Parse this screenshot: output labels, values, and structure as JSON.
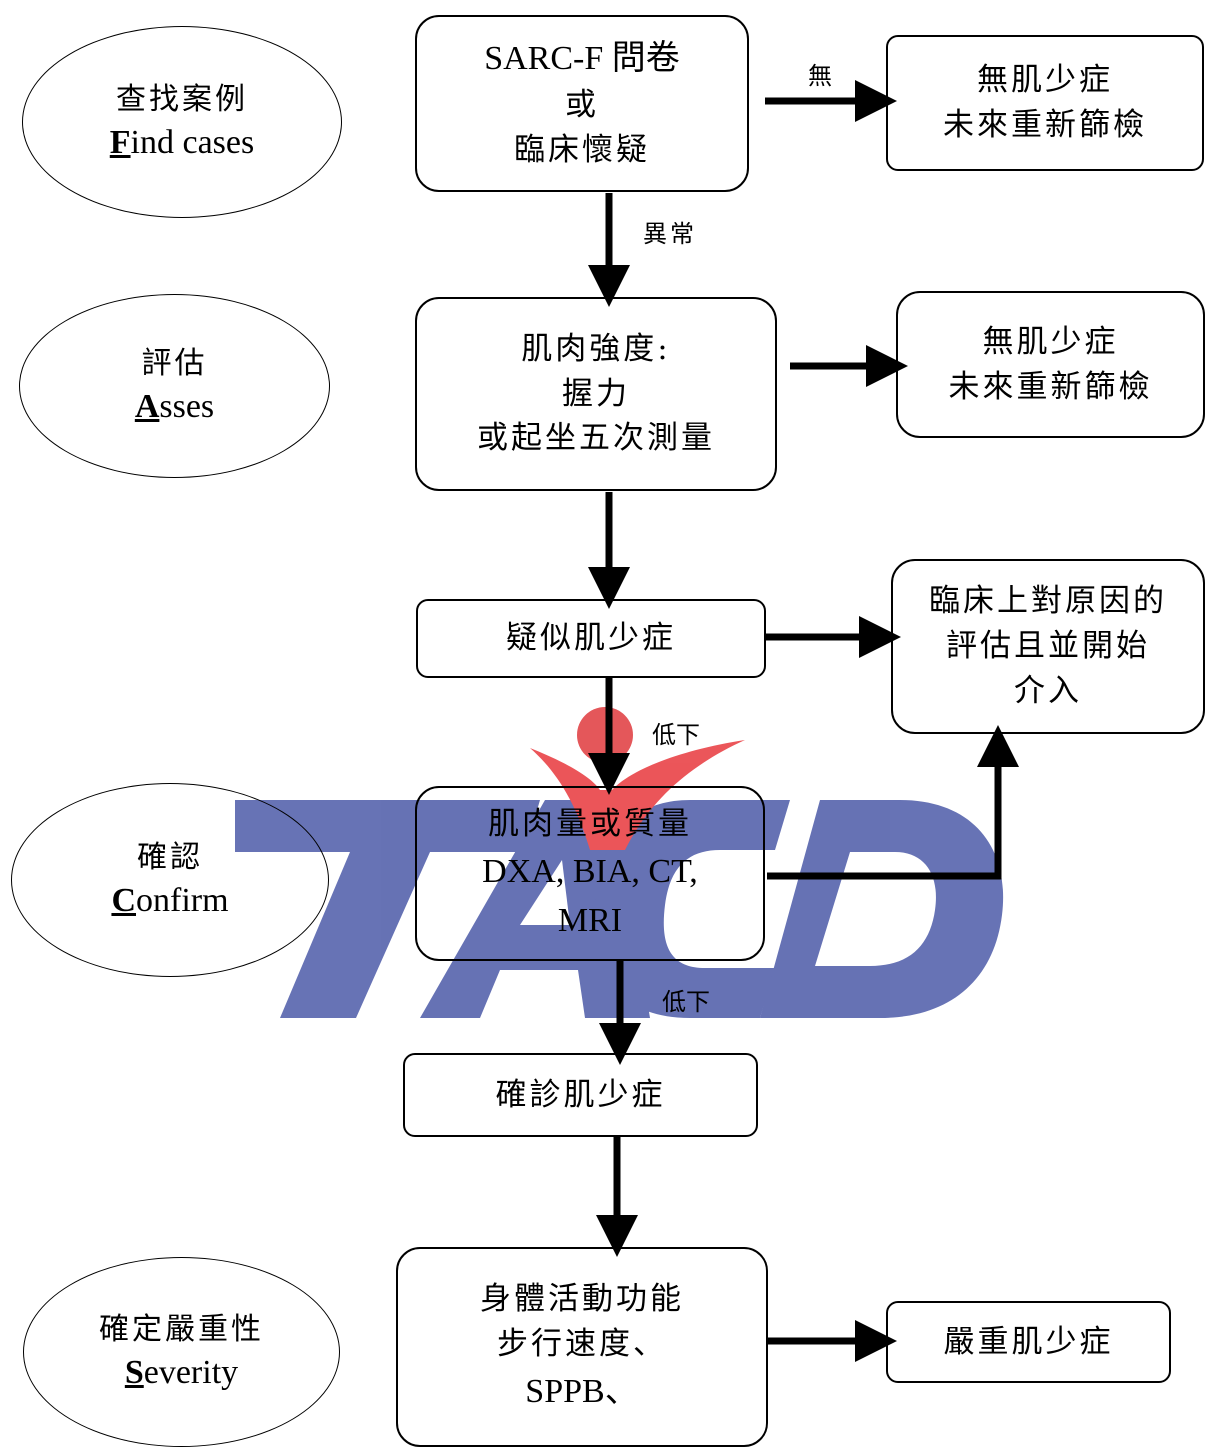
{
  "stages": [
    {
      "id": "find",
      "zh": "查找案例",
      "en_initial": "F",
      "en_rest": "ind cases"
    },
    {
      "id": "assess",
      "zh": "評估",
      "en_initial": "A",
      "en_rest": "sses"
    },
    {
      "id": "confirm",
      "zh": "確認",
      "en_initial": "C",
      "en_rest": "onfirm"
    },
    {
      "id": "severity",
      "zh": "確定嚴重性",
      "en_initial": "S",
      "en_rest": "everity"
    }
  ],
  "boxes": {
    "sarcf": [
      "SARC-F 問卷",
      "或",
      "臨床懷疑"
    ],
    "no_sarco_1": [
      "無肌少症",
      "未來重新篩檢"
    ],
    "strength": [
      "肌肉強度:",
      "握力",
      "或起坐五次測量"
    ],
    "no_sarco_2": [
      "無肌少症",
      "未來重新篩檢"
    ],
    "suspected": [
      "疑似肌少症"
    ],
    "intervention": [
      "臨床上對原因的",
      "評估且並開始",
      "介入"
    ],
    "mass": [
      "肌肉量或質量",
      "DXA, BIA, CT,",
      "MRI"
    ],
    "confirmed": [
      "確診肌少症"
    ],
    "performance": [
      "身體活動功能",
      "步行速度、",
      "SPPB、"
    ],
    "severe": [
      "嚴重肌少症"
    ]
  },
  "edge_labels": {
    "none": "無",
    "abnormal": "異常",
    "low_1": "低下",
    "low_2": "低下"
  },
  "watermark": {
    "text": "TACD",
    "blue": "#3d4fa0",
    "red": "#e8383d"
  }
}
